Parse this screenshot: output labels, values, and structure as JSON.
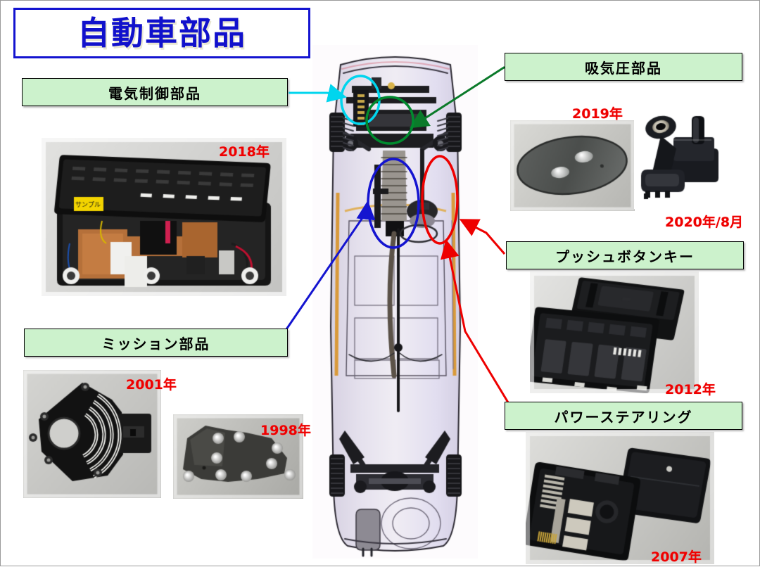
{
  "slide": {
    "title": "自動車部品",
    "title_color": "#1111cc",
    "label_fill": "#ccf2cc",
    "year_color": "#ee0000",
    "background": "#ffffff"
  },
  "labels": {
    "electric": "電気制御部品",
    "mission": "ミッション部品",
    "intake": "吸気圧部品",
    "pushkey": "プッシュボタンキー",
    "power": "パワーステアリング"
  },
  "years": {
    "ecu": "2018年",
    "mission_a": "2001年",
    "mission_b": "1998年",
    "intake_gasket": "2019年",
    "map_sensor": "2020年/8月",
    "pushkey": "2012年",
    "power_steering": "2007年"
  },
  "photos": [
    {
      "name": "electric-control-unit",
      "year": "2018年",
      "description": "黒樹脂ジャンクションボックス（銅バスバー付）"
    },
    {
      "name": "mission-sensor",
      "year": "2001年",
      "description": "ミッション用ポジションセンサー"
    },
    {
      "name": "mission-bracket",
      "year": "1998年",
      "description": "ミッション用ブラケット板"
    },
    {
      "name": "intake-gasket",
      "year": "2019年",
      "description": "吸気圧 楕円ガスケット"
    },
    {
      "name": "map-sensor",
      "year": "2020年/8月",
      "description": "吸気圧センサー"
    },
    {
      "name": "push-button-key-case",
      "year": "2012年",
      "description": "プッシュボタンキー筐体"
    },
    {
      "name": "power-steering-ecu",
      "year": "2007年",
      "description": "パワーステアリングECU"
    }
  ],
  "callouts": [
    {
      "name": "electric",
      "color": "#00d5ee",
      "marker": "ellipse",
      "target": "front-left electrical box"
    },
    {
      "name": "intake",
      "color": "#0b7a2a",
      "marker": "ellipse",
      "target": "engine intake area"
    },
    {
      "name": "mission",
      "color": "#1414d0",
      "marker": "ellipse",
      "target": "transmission / center tunnel"
    },
    {
      "name": "power-and-pushkey",
      "color": "#ee0000",
      "marker": "ellipse",
      "target": "steering gear area"
    }
  ],
  "diagram": {
    "name": "car-underbody-xray",
    "caption": "自動車 透視図（下面）"
  }
}
